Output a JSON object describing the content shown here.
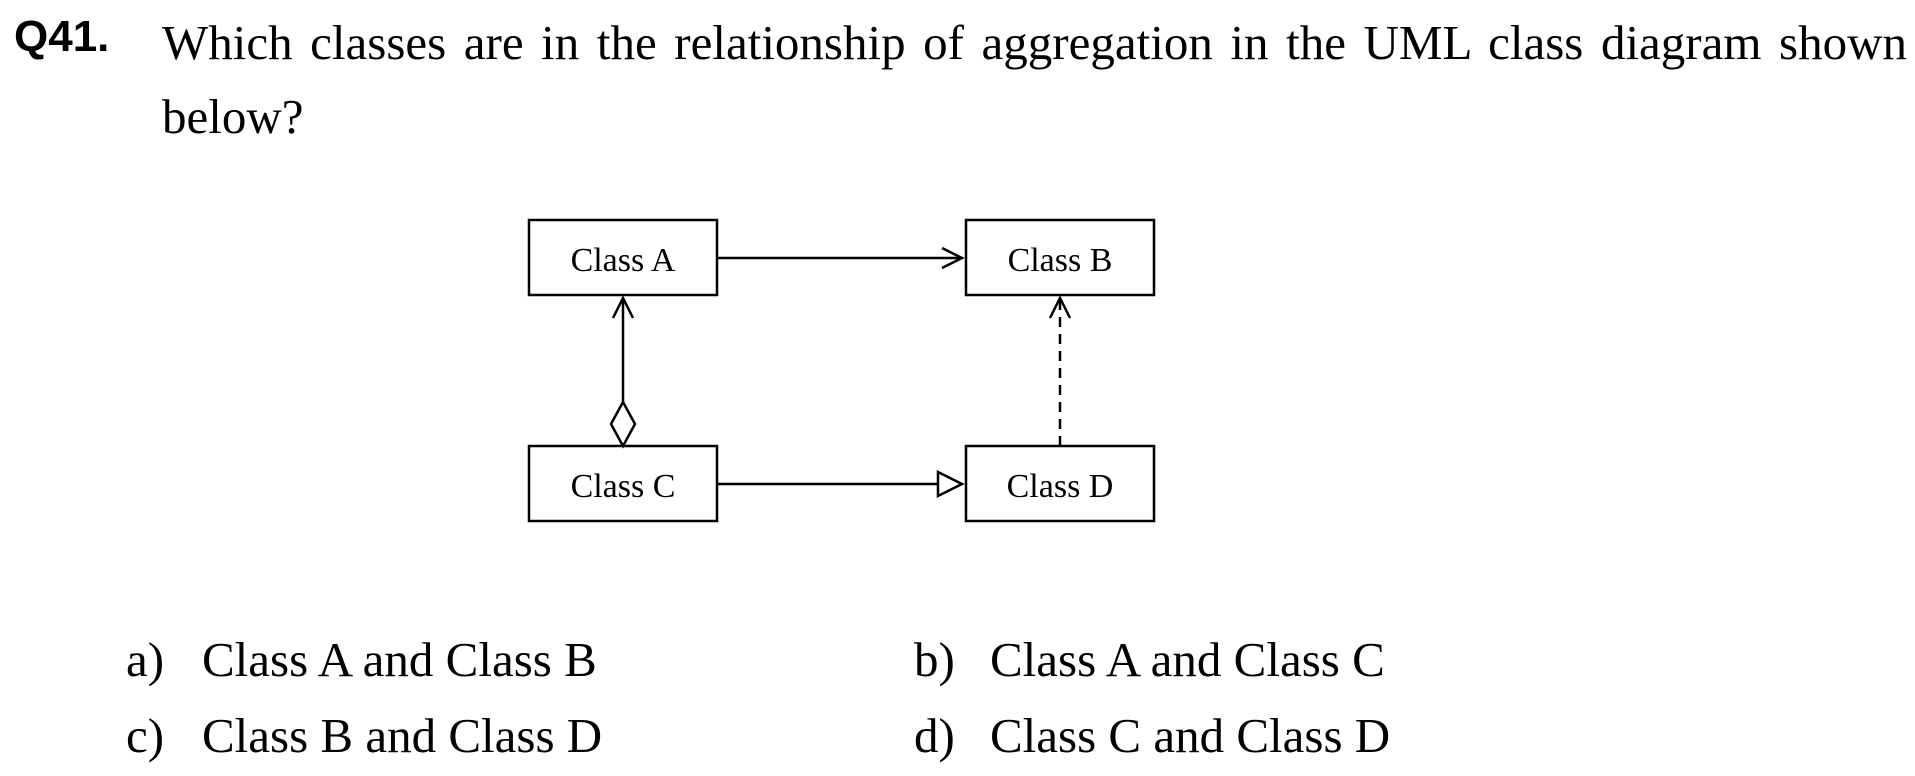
{
  "question": {
    "number": "Q41.",
    "text": "Which classes are in the relationship of aggregation in the UML class diagram shown below?"
  },
  "diagram": {
    "classes": [
      {
        "id": "A",
        "label": "Class A"
      },
      {
        "id": "B",
        "label": "Class B"
      },
      {
        "id": "C",
        "label": "Class C"
      },
      {
        "id": "D",
        "label": "Class D"
      }
    ],
    "relationships": [
      {
        "from": "A",
        "to": "B",
        "type": "directed-association"
      },
      {
        "from": "C",
        "to": "A",
        "type": "aggregation"
      },
      {
        "from": "C",
        "to": "D",
        "type": "generalization"
      },
      {
        "from": "D",
        "to": "B",
        "type": "dependency"
      }
    ]
  },
  "options": [
    {
      "letter": "a)",
      "text": "Class A and Class B"
    },
    {
      "letter": "b)",
      "text": "Class A and Class C"
    },
    {
      "letter": "c)",
      "text": "Class B and Class D"
    },
    {
      "letter": "d)",
      "text": "Class C and Class D"
    }
  ]
}
